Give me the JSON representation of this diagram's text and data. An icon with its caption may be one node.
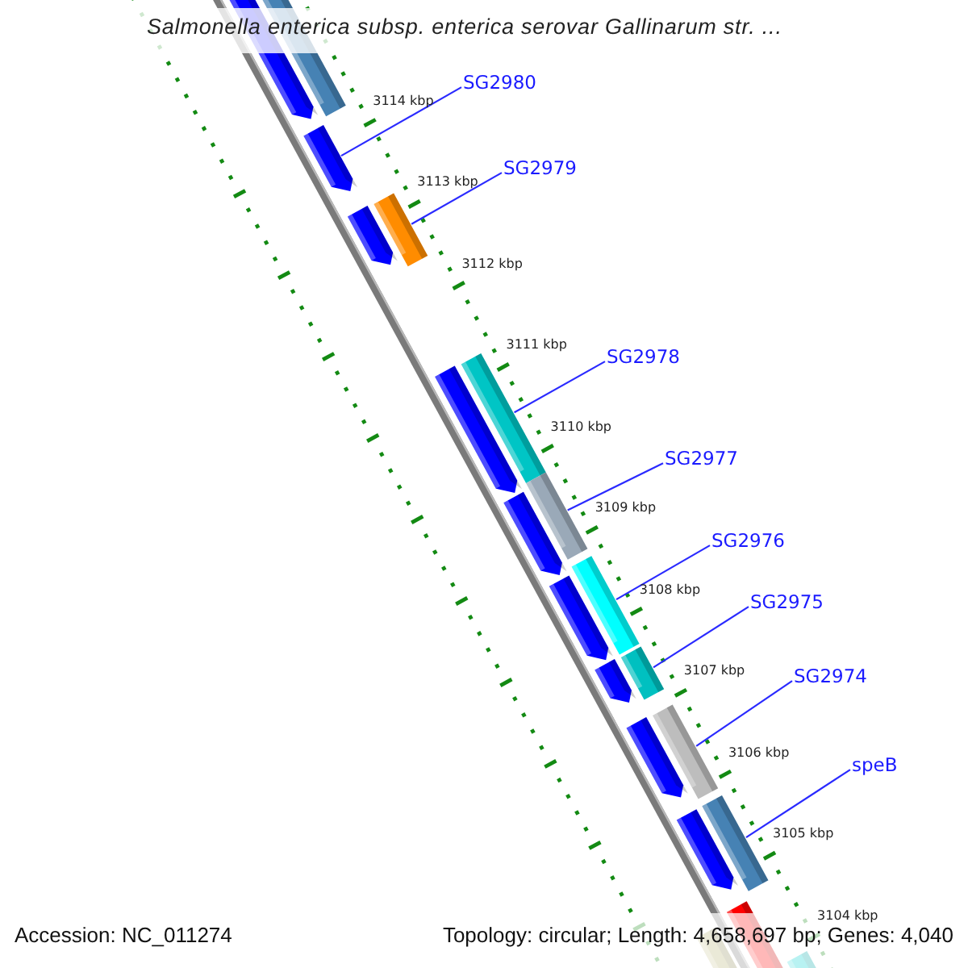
{
  "diagram": {
    "title": "Salmonella enterica subsp. enterica serovar Gallinarum str. ...",
    "nodes": [
      {
        "text": [
          "SG2980"
        ]
      },
      {
        "text": [
          "SG2979"
        ]
      },
      {
        "text": [
          "SG2978"
        ]
      },
      {
        "text": [
          "SG2977"
        ]
      },
      {
        "text": [
          "SG2976"
        ]
      },
      {
        "text": [
          "SG2975"
        ]
      },
      {
        "text": [
          "SG2974"
        ]
      },
      {
        "text": [
          "speB"
        ]
      },
      {
        "text": [],
        "shape": "bar"
      },
      {
        "text": [],
        "shape": "arrow"
      },
      {
        "text": [],
        "shape": "arrow"
      },
      {
        "text": [],
        "shape": "arrow"
      },
      {
        "text": [],
        "shape": "bar"
      },
      {
        "text": [],
        "shape": "arrow"
      },
      {
        "text": [],
        "shape": "bar"
      },
      {
        "text": [],
        "shape": "bar"
      },
      {
        "text": [],
        "shape": "arrow"
      },
      {
        "text": [],
        "shape": "bar"
      },
      {
        "text": [],
        "shape": "arrow"
      },
      {
        "text": [],
        "shape": "arrow"
      },
      {
        "text": [],
        "shape": "bar"
      },
      {
        "text": [],
        "shape": "arrow"
      },
      {
        "text": [],
        "shape": "bar"
      },
      {
        "text": [],
        "shape": "arrow"
      },
      {
        "text": [],
        "shape": "bar"
      },
      {
        "text": [],
        "shape": "arrow"
      },
      {
        "text": [],
        "shape": "bar"
      },
      {
        "text": [],
        "shape": "bar"
      }
    ],
    "edges": [
      {
        "from": 0,
        "to": 10,
        "arrow": "none"
      },
      {
        "from": 1,
        "to": 12,
        "arrow": "none"
      },
      {
        "from": 2,
        "to": 14,
        "arrow": "none"
      },
      {
        "from": 3,
        "to": 15,
        "arrow": "none"
      },
      {
        "from": 4,
        "to": 17,
        "arrow": "none"
      },
      {
        "from": 5,
        "to": 20,
        "arrow": "none"
      },
      {
        "from": 6,
        "to": 22,
        "arrow": "none"
      },
      {
        "from": 7,
        "to": 24,
        "arrow": "none"
      }
    ],
    "labels": [
      "3114 kbp",
      "3113 kbp",
      "3112 kbp",
      "3111 kbp",
      "3110 kbp",
      "3109 kbp",
      "3108 kbp",
      "3107 kbp",
      "3106 kbp",
      "3105 kbp",
      "3104 kbp",
      "Accession: NC_011274",
      "Topology: circular; Length: 4,658,697 bp; Genes: 4,040"
    ]
  }
}
